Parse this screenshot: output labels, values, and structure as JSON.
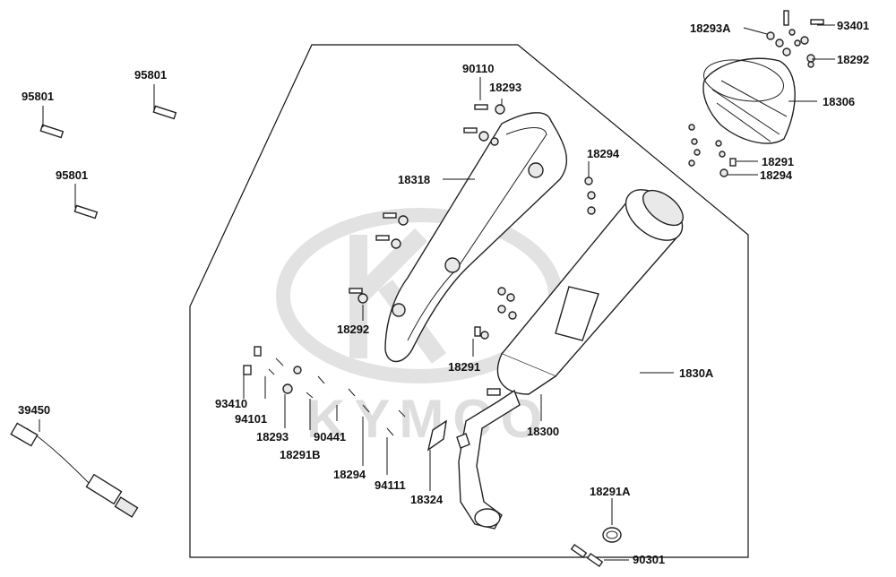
{
  "watermark": {
    "brand": "KYMCO"
  },
  "callouts": [
    {
      "id": "c-95801-a",
      "label": "95801"
    },
    {
      "id": "c-95801-b",
      "label": "95801"
    },
    {
      "id": "c-95801-c",
      "label": "95801"
    },
    {
      "id": "c-39450",
      "label": "39450"
    },
    {
      "id": "c-90110",
      "label": "90110"
    },
    {
      "id": "c-18293-top",
      "label": "18293"
    },
    {
      "id": "c-18318",
      "label": "18318"
    },
    {
      "id": "c-18294-mid",
      "label": "18294"
    },
    {
      "id": "c-18292-left",
      "label": "18292"
    },
    {
      "id": "c-18291-mid",
      "label": "18291"
    },
    {
      "id": "c-1830A",
      "label": "1830A"
    },
    {
      "id": "c-18300",
      "label": "18300"
    },
    {
      "id": "c-93410",
      "label": "93410"
    },
    {
      "id": "c-94101",
      "label": "94101"
    },
    {
      "id": "c-18293-low",
      "label": "18293"
    },
    {
      "id": "c-90441",
      "label": "90441"
    },
    {
      "id": "c-18291B",
      "label": "18291B"
    },
    {
      "id": "c-18294-low",
      "label": "18294"
    },
    {
      "id": "c-94111",
      "label": "94111"
    },
    {
      "id": "c-18324",
      "label": "18324"
    },
    {
      "id": "c-18291A",
      "label": "18291A"
    },
    {
      "id": "c-90301",
      "label": "90301"
    },
    {
      "id": "c-18293A",
      "label": "18293A"
    },
    {
      "id": "c-93401",
      "label": "93401"
    },
    {
      "id": "c-18292-right",
      "label": "18292"
    },
    {
      "id": "c-18306",
      "label": "18306"
    },
    {
      "id": "c-18291-right",
      "label": "18291"
    },
    {
      "id": "c-18294-right",
      "label": "18294"
    }
  ]
}
